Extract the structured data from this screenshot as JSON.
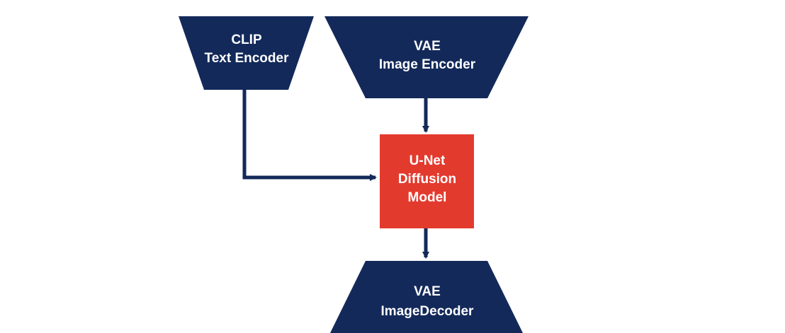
{
  "blocks": {
    "clip_text_encoder": {
      "line1": "CLIP",
      "line2": "Text Encoder"
    },
    "vae_image_encoder": {
      "line1": "VAE",
      "line2": "Image Encoder"
    },
    "unet_diffusion_model": {
      "line1": "U-Net",
      "line2": "Diffusion",
      "line3": "Model"
    },
    "vae_image_decoder": {
      "line1": "VAE",
      "line2": "ImageDecoder"
    }
  },
  "colors": {
    "block_navy": "#13295a",
    "block_red": "#e33a2e",
    "arrow": "#13295a",
    "text": "#ffffff",
    "background": "#ffffff"
  }
}
